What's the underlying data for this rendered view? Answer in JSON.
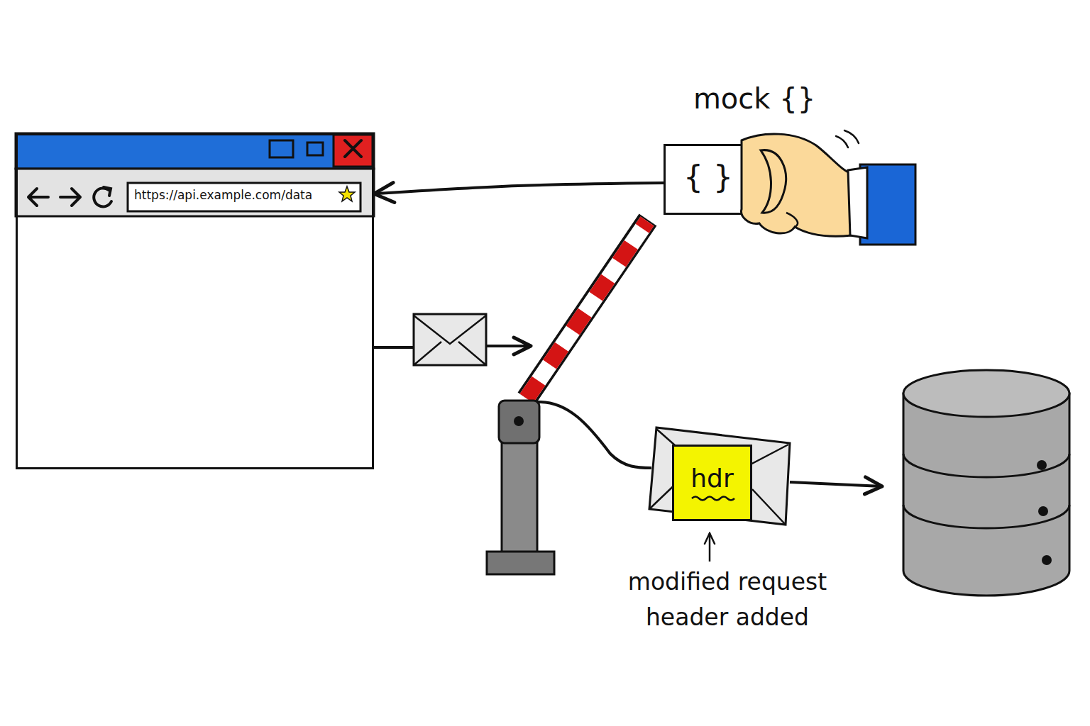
{
  "diagram": {
    "nodes": [
      {
        "text": [
          "https://api.example.com/data"
        ]
      },
      {
        "text": [
          "mock {}",
          "{ }"
        ]
      },
      {
        "text": [
          "hdr"
        ]
      }
    ],
    "edges": [
      {
        "from": 1,
        "to": 0,
        "arrow": "to"
      }
    ],
    "labels": [
      "modified request header added"
    ]
  }
}
